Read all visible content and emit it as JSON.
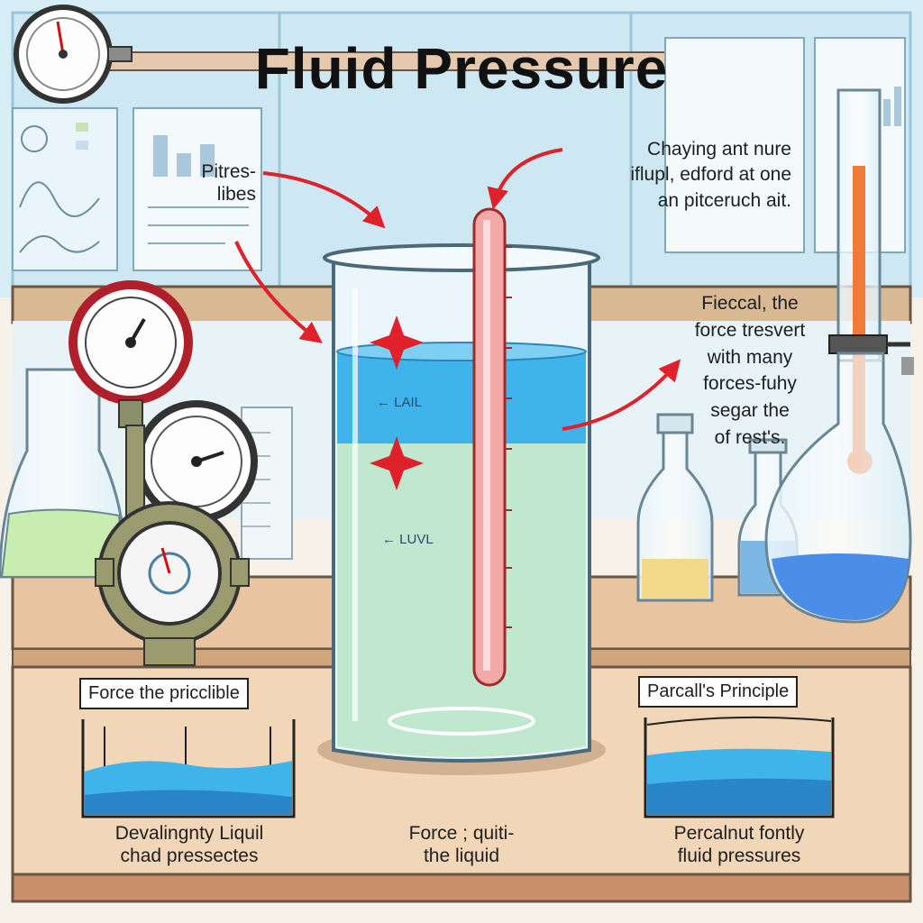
{
  "title": "Fluid Pressure",
  "annotations": {
    "pitres": [
      "Pitres-",
      "libes"
    ],
    "top_right": [
      "Chaying ant nure",
      "iflupl, edford at one",
      "an pitceruch ait."
    ],
    "mid_right": [
      "Fieccal, the",
      "force tresvert",
      "with many",
      "forces-fuhy",
      "segar the",
      "of rest's."
    ],
    "level_upper": "← LAIL",
    "level_lower": "← LUVL"
  },
  "panels": {
    "left": {
      "label": "Force the pricclible",
      "caption": [
        "Devalingnty Liquil",
        "chad pressectes"
      ]
    },
    "center": {
      "caption": [
        "Force ; quiti-",
        "the liquid"
      ]
    },
    "right": {
      "label": "Parcall's Principle",
      "caption": [
        "Percalnut fontly",
        "fluid pressures"
      ]
    }
  },
  "colors": {
    "water_blue": "#3fb4ea",
    "water_green": "#bfe8cf",
    "arrow_red": "#e0202a",
    "tube_red": "#e98a8a",
    "bench": "#e9c4a0",
    "thermo_orange": "#f07a3a"
  },
  "icons": [
    "pressure-gauge-icon",
    "beaker-icon",
    "flask-icon",
    "bottle-icon",
    "graduated-cylinder-icon",
    "star-burst-icon",
    "arrow-icon"
  ]
}
